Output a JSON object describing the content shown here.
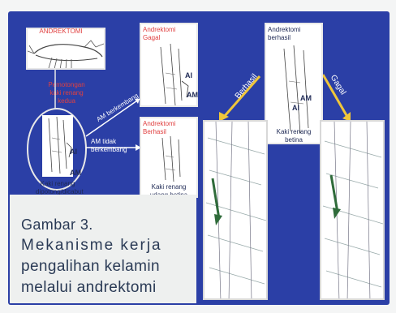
{
  "figure": {
    "shrimp_label": "ANDREKTOMI",
    "cut_label": "Pemotongan\nkaki renang\nkedua",
    "swimming_leg_center": "Kaki renang\ndipotong/dicabut",
    "arrow_am_develops": "AM berkembang",
    "arrow_am_not_develops": "AM tidak\nberkembang",
    "box_failed_title": "Andrektomi\nGagal",
    "box_success_title": "Andrektomi\nBerhasil",
    "box_female_caption": "Kaki renang\nudang betina",
    "box_right_top_title": "Andrektomi\nberhasil",
    "box_right_top_caption": "Kaki renang\nbetina",
    "right_arrow_success": "Berhasil",
    "right_arrow_failed": "Gagal",
    "tag_ai": "AI",
    "tag_am": "AM"
  },
  "caption": {
    "line1": "Gambar 3.",
    "line2": "Mekanisme kerja",
    "line3": "pengalihan kelamin",
    "line4": "melalui andrektomi"
  }
}
